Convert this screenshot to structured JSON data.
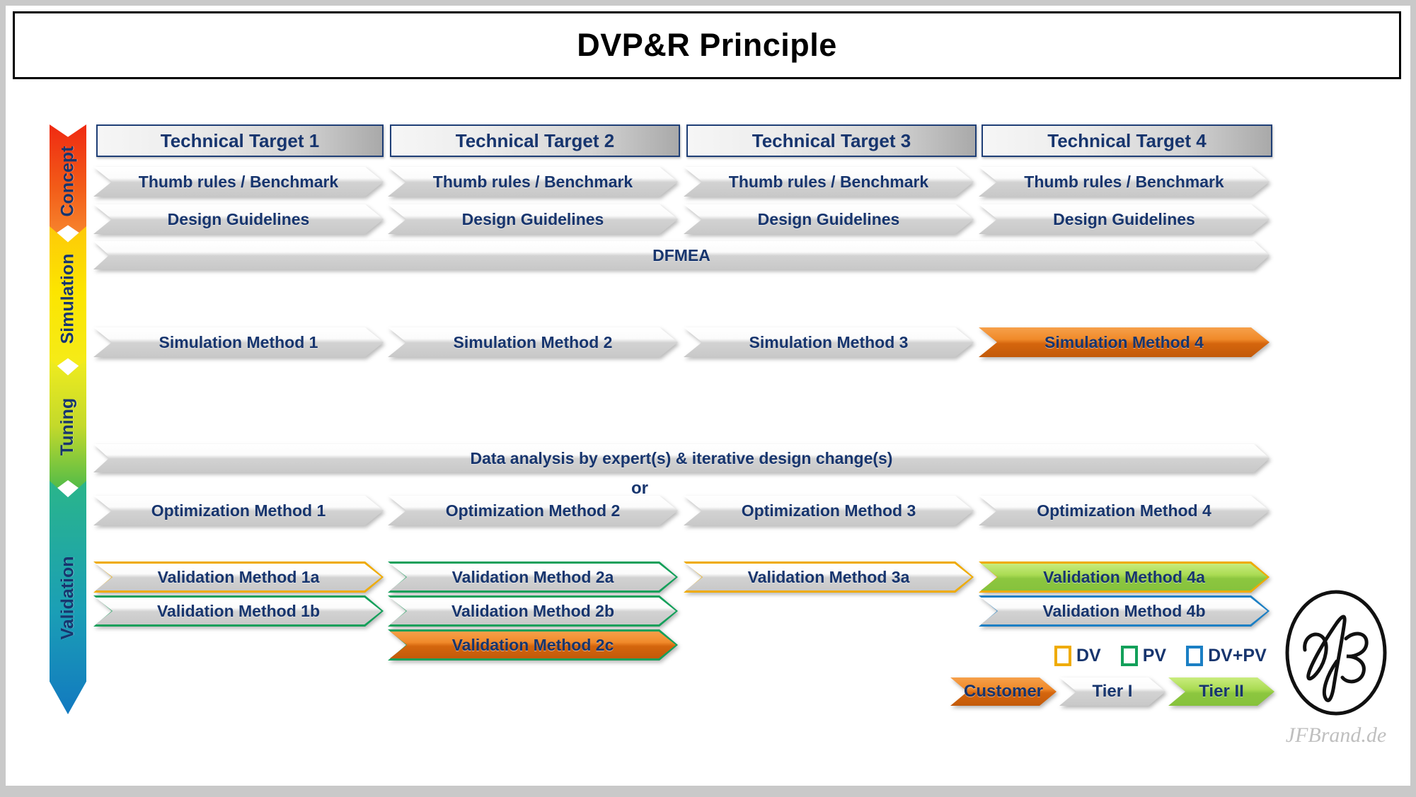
{
  "title": "DVP&R Principle",
  "phases": [
    {
      "id": "concept",
      "label": "Concept"
    },
    {
      "id": "simulation",
      "label": "Simulation"
    },
    {
      "id": "tuning",
      "label": "Tuning"
    },
    {
      "id": "validation",
      "label": "Validation"
    }
  ],
  "columns": [
    {
      "target": "Technical Target 1",
      "thumb": "Thumb rules / Benchmark",
      "guidelines": "Design Guidelines",
      "simulation": "Simulation Method 1",
      "optimization": "Optimization Method 1"
    },
    {
      "target": "Technical Target 2",
      "thumb": "Thumb rules / Benchmark",
      "guidelines": "Design Guidelines",
      "simulation": "Simulation Method 2",
      "optimization": "Optimization Method 2"
    },
    {
      "target": "Technical Target 3",
      "thumb": "Thumb rules / Benchmark",
      "guidelines": "Design Guidelines",
      "simulation": "Simulation Method 3",
      "optimization": "Optimization Method 3"
    },
    {
      "target": "Technical Target 4",
      "thumb": "Thumb rules / Benchmark",
      "guidelines": "Design Guidelines",
      "simulation": "Simulation Method 4",
      "optimization": "Optimization Method 4"
    }
  ],
  "spans": {
    "dfmea": "DFMEA",
    "data_analysis": "Data analysis by expert(s) & iterative design change(s)",
    "or": "or"
  },
  "validation": {
    "c1": [
      "Validation Method 1a",
      "Validation Method 1b"
    ],
    "c2": [
      "Validation Method 2a",
      "Validation Method 2b",
      "Validation Method 2c"
    ],
    "c3": [
      "Validation Method 3a"
    ],
    "c4": [
      "Validation Method 4a",
      "Validation Method 4b"
    ]
  },
  "legend": {
    "keys": [
      {
        "label": "DV",
        "color": "#efab00"
      },
      {
        "label": "PV",
        "color": "#13a05a"
      },
      {
        "label": "DV+PV",
        "color": "#1b7fc4"
      }
    ],
    "bars": [
      {
        "label": "Customer",
        "color": "#d4650d"
      },
      {
        "label": "Tier I",
        "color": "#d2d2d2"
      },
      {
        "label": "Tier II",
        "color": "#8cc63f"
      }
    ]
  },
  "logo": {
    "text": "JFBrand.de",
    "monogram": "JB"
  },
  "colors": {
    "navy": "#17356e",
    "customer_orange": "#d4650d",
    "tier2_green": "#8cc63f",
    "dv_gold": "#efab00",
    "pv_green": "#13a05a",
    "dvpv_blue": "#1b7fc4"
  }
}
